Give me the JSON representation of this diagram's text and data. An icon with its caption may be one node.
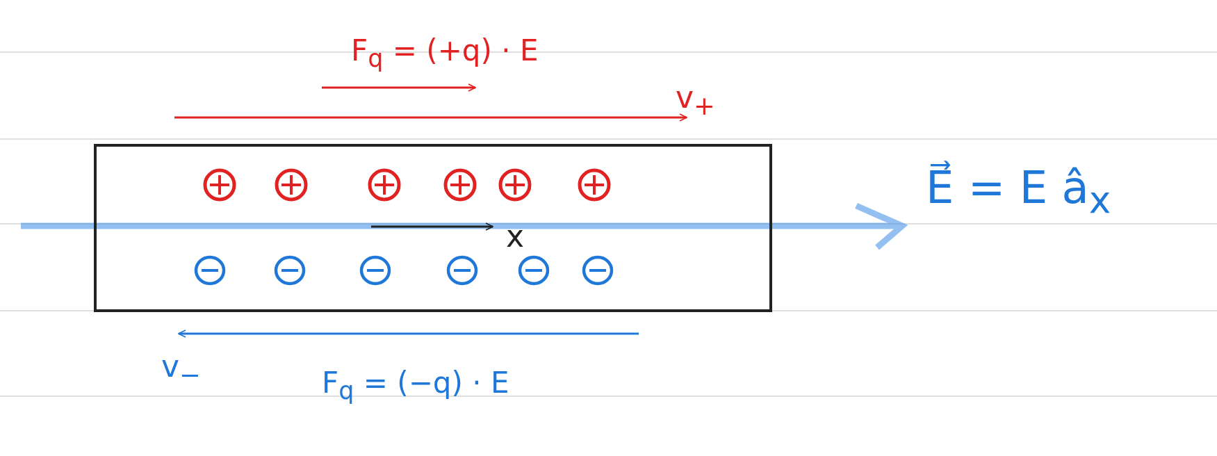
{
  "diagram": {
    "nodes": [
      {
        "text": [],
        "shape": "box"
      }
    ],
    "labels": [
      "F$_{q}$ = (+q) · E",
      "v$_{+}$",
      "E⃗ = E â$_{x}$",
      "x",
      "v$_{−}$",
      "F$_{q}$ = (−q) · E"
    ]
  }
}
